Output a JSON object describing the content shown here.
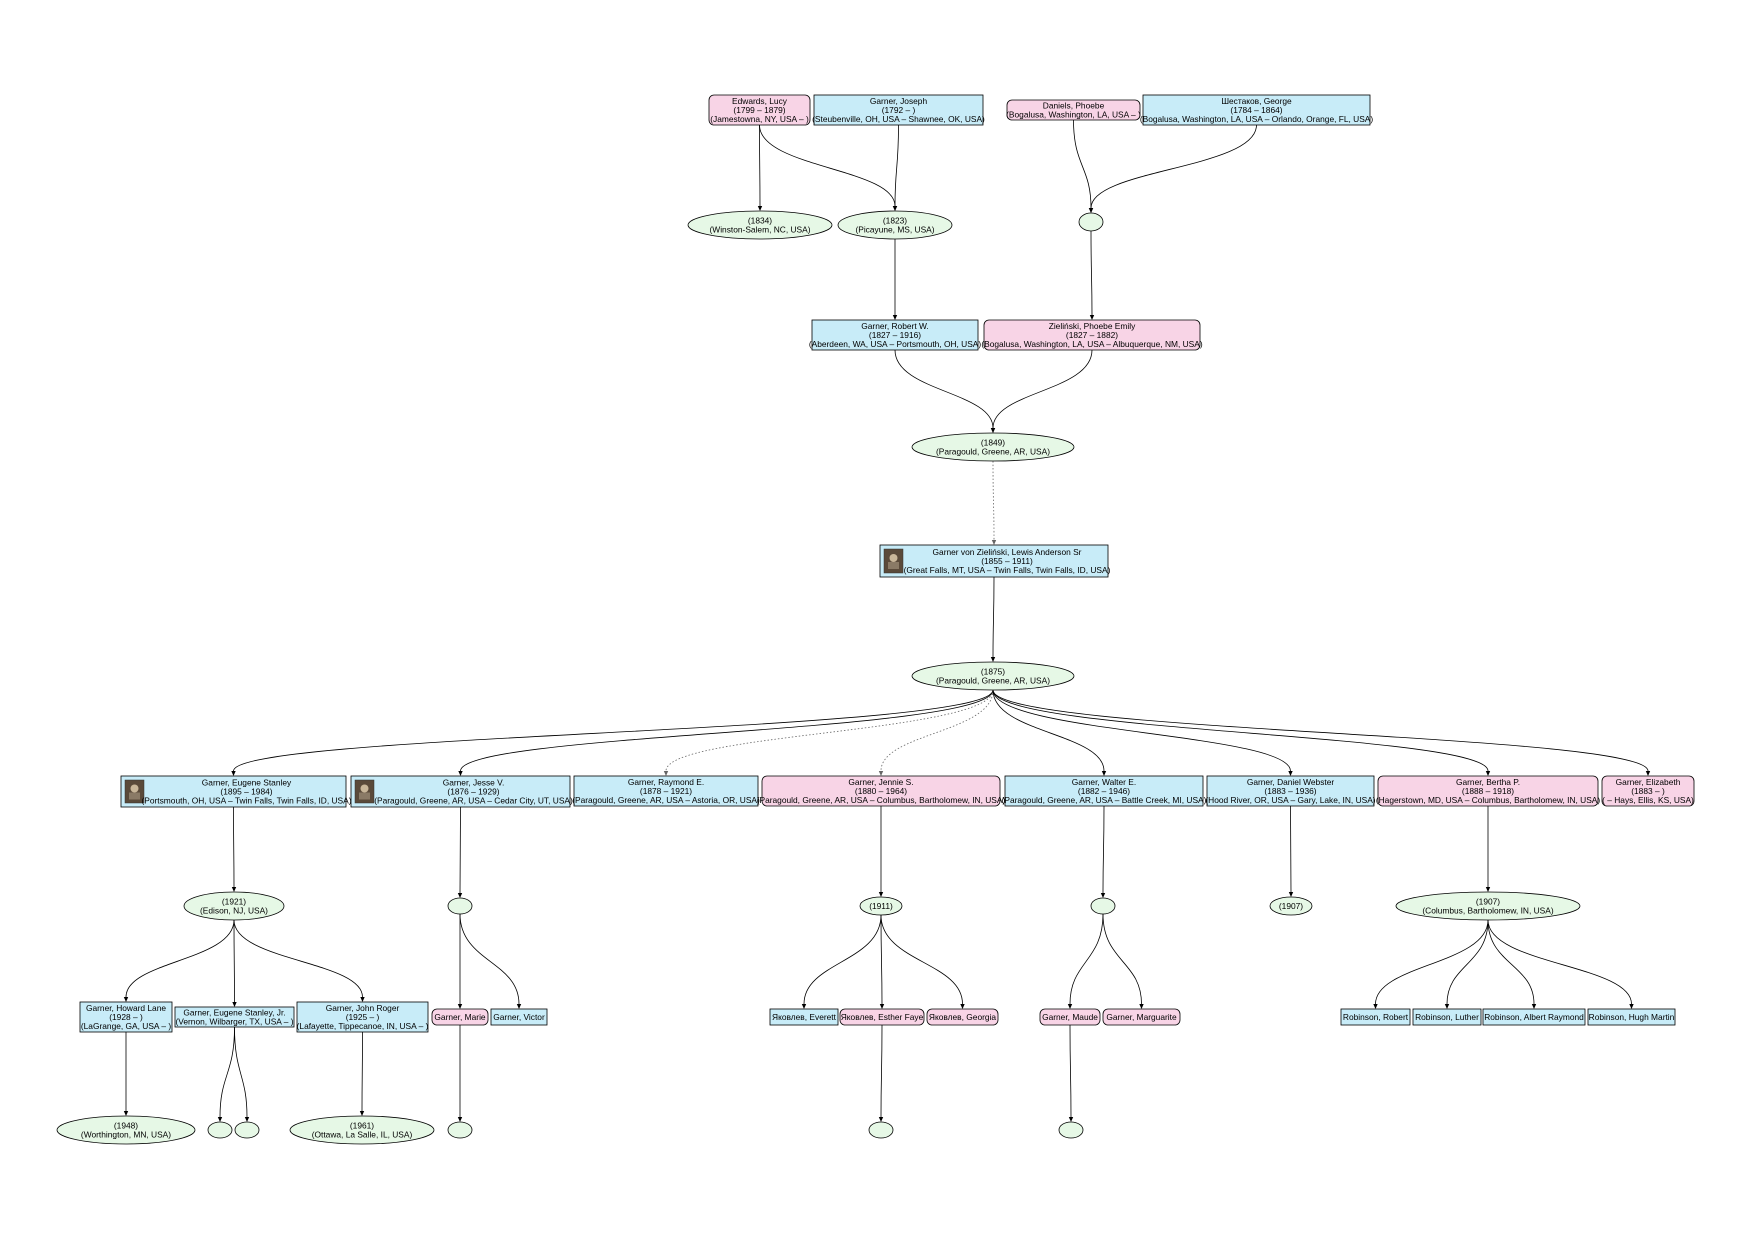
{
  "colors": {
    "male": "#c8ecf8",
    "female": "#f8d4e6",
    "family": "#e6f8e6",
    "border": "#000000"
  },
  "people": [
    {
      "id": "lucy",
      "sex": "F",
      "lines": [
        "Edwards, Lucy",
        "(1799 – 1879)",
        "(Jamestowna, NY, USA – )"
      ]
    },
    {
      "id": "joseph",
      "sex": "M",
      "lines": [
        "Garner, Joseph",
        "(1792 – )",
        "(Steubenville, OH, USA – Shawnee, OK, USA)"
      ]
    },
    {
      "id": "phoebe_d",
      "sex": "F",
      "lines": [
        "Daniels, Phoebe",
        "(Bogalusa, Washington, LA, USA – )"
      ]
    },
    {
      "id": "george",
      "sex": "M",
      "lines": [
        "Шестаков, George",
        "(1784 – 1864)",
        "(Bogalusa, Washington, LA, USA – Orlando, Orange, FL, USA)"
      ]
    },
    {
      "id": "robert_w",
      "sex": "M",
      "lines": [
        "Garner, Robert W.",
        "(1827 – 1916)",
        "(Aberdeen, WA, USA – Portsmouth, OH, USA)"
      ]
    },
    {
      "id": "phoebe_z",
      "sex": "F",
      "lines": [
        "Zieliński, Phoebe Emily",
        "(1827 – 1882)",
        "(Bogalusa, Washington, LA, USA – Albuquerque, NM, USA)"
      ]
    },
    {
      "id": "lewis",
      "sex": "M",
      "photo": true,
      "lines": [
        "Garner von Zieliński, Lewis Anderson Sr",
        "(1855 – 1911)",
        "(Great Falls, MT, USA – Twin Falls, Twin Falls, ID, USA)"
      ]
    },
    {
      "id": "eugene",
      "sex": "M",
      "photo": true,
      "lines": [
        "Garner, Eugene Stanley",
        "(1895 – 1984)",
        "(Portsmouth, OH, USA – Twin Falls, Twin Falls, ID, USA)"
      ]
    },
    {
      "id": "jesse",
      "sex": "M",
      "photo": true,
      "lines": [
        "Garner, Jesse V.",
        "(1876 – 1929)",
        "(Paragould, Greene, AR, USA – Cedar City, UT, USA)"
      ]
    },
    {
      "id": "raymond",
      "sex": "M",
      "lines": [
        "Garner, Raymond E.",
        "(1878 – 1921)",
        "(Paragould, Greene, AR, USA – Astoria, OR, USA)"
      ]
    },
    {
      "id": "jennie",
      "sex": "F",
      "lines": [
        "Garner, Jennie S.",
        "(1880 – 1964)",
        "(Paragould, Greene, AR, USA – Columbus, Bartholomew, IN, USA)"
      ]
    },
    {
      "id": "walter",
      "sex": "M",
      "lines": [
        "Garner, Walter E.",
        "(1882 – 1946)",
        "(Paragould, Greene, AR, USA – Battle Creek, MI, USA)"
      ]
    },
    {
      "id": "daniel",
      "sex": "M",
      "lines": [
        "Garner, Daniel Webster",
        "(1883 – 1936)",
        "(Hood River, OR, USA – Gary, Lake, IN, USA)"
      ]
    },
    {
      "id": "bertha",
      "sex": "F",
      "lines": [
        "Garner, Bertha P.",
        "(1888 – 1918)",
        "(Hagerstown, MD, USA – Columbus, Bartholomew, IN, USA)"
      ]
    },
    {
      "id": "elizabeth",
      "sex": "F",
      "lines": [
        "Garner, Elizabeth",
        "(1883 – )",
        "( – Hays, Ellis, KS, USA)"
      ]
    },
    {
      "id": "howard",
      "sex": "M",
      "lines": [
        "Garner, Howard Lane",
        "(1928 – )",
        "(LaGrange, GA, USA – )"
      ]
    },
    {
      "id": "eugene_jr",
      "sex": "M",
      "lines": [
        "Garner, Eugene Stanley, Jr.",
        "(Vernon, Wilbarger, TX, USA – )"
      ]
    },
    {
      "id": "john",
      "sex": "M",
      "lines": [
        "Garner, John Roger",
        "(1925 – )",
        "(Lafayette, Tippecanoe, IN, USA – )"
      ]
    },
    {
      "id": "marie",
      "sex": "F",
      "lines": [
        "Garner, Marie"
      ]
    },
    {
      "id": "victor",
      "sex": "M",
      "lines": [
        "Garner, Victor"
      ]
    },
    {
      "id": "everett",
      "sex": "M",
      "lines": [
        "Яковлев, Everett"
      ]
    },
    {
      "id": "esther",
      "sex": "F",
      "lines": [
        "Яковлев, Esther Faye"
      ]
    },
    {
      "id": "georgia",
      "sex": "F",
      "lines": [
        "Яковлев, Georgia"
      ]
    },
    {
      "id": "maude",
      "sex": "F",
      "lines": [
        "Garner, Maude"
      ]
    },
    {
      "id": "marguarite",
      "sex": "F",
      "lines": [
        "Garner, Marguarite"
      ]
    },
    {
      "id": "rob_robert",
      "sex": "M",
      "lines": [
        "Robinson, Robert"
      ]
    },
    {
      "id": "rob_luther",
      "sex": "M",
      "lines": [
        "Robinson, Luther"
      ]
    },
    {
      "id": "rob_albert",
      "sex": "M",
      "lines": [
        "Robinson, Albert Raymond"
      ]
    },
    {
      "id": "rob_hugh",
      "sex": "M",
      "lines": [
        "Robinson, Hugh Martin"
      ]
    }
  ],
  "families": [
    {
      "id": "f1834",
      "lines": [
        "(1834)",
        "(Winston-Salem, NC, USA)"
      ]
    },
    {
      "id": "f1823",
      "lines": [
        "(1823)",
        "(Picayune, MS, USA)"
      ]
    },
    {
      "id": "fdg",
      "lines": []
    },
    {
      "id": "f1849",
      "lines": [
        "(1849)",
        "(Paragould, Greene, AR, USA)"
      ]
    },
    {
      "id": "f1875",
      "lines": [
        "(1875)",
        "(Paragould, Greene, AR, USA)"
      ]
    },
    {
      "id": "f1921",
      "lines": [
        "(1921)",
        "(Edison, NJ, USA)"
      ]
    },
    {
      "id": "fjesse",
      "lines": []
    },
    {
      "id": "f1911",
      "lines": [
        "(1911)"
      ]
    },
    {
      "id": "fwalter",
      "lines": []
    },
    {
      "id": "f1907a",
      "lines": [
        "(1907)"
      ]
    },
    {
      "id": "f1907b",
      "lines": [
        "(1907)",
        "(Columbus, Bartholomew, IN, USA)"
      ]
    },
    {
      "id": "f1948",
      "lines": [
        "(1948)",
        "(Worthington, MN, USA)"
      ]
    },
    {
      "id": "fej1",
      "lines": []
    },
    {
      "id": "fej2",
      "lines": []
    },
    {
      "id": "f1961",
      "lines": [
        "(1961)",
        "(Ottawa, La Salle, IL, USA)"
      ]
    },
    {
      "id": "fmarie",
      "lines": []
    },
    {
      "id": "festher",
      "lines": []
    },
    {
      "id": "fmaude",
      "lines": []
    }
  ],
  "edges": [
    {
      "from": "lucy",
      "to": "f1834"
    },
    {
      "from": "lucy",
      "to": "f1823"
    },
    {
      "from": "joseph",
      "to": "f1823"
    },
    {
      "from": "phoebe_d",
      "to": "fdg"
    },
    {
      "from": "george",
      "to": "fdg"
    },
    {
      "from": "f1823",
      "to": "robert_w"
    },
    {
      "from": "fdg",
      "to": "phoebe_z"
    },
    {
      "from": "robert_w",
      "to": "f1849"
    },
    {
      "from": "phoebe_z",
      "to": "f1849"
    },
    {
      "from": "f1849",
      "to": "lewis",
      "style": "dotted"
    },
    {
      "from": "lewis",
      "to": "f1875"
    },
    {
      "from": "f1875",
      "to": "eugene"
    },
    {
      "from": "f1875",
      "to": "jesse"
    },
    {
      "from": "f1875",
      "to": "raymond",
      "style": "dotted"
    },
    {
      "from": "f1875",
      "to": "jennie",
      "style": "dotted"
    },
    {
      "from": "f1875",
      "to": "walter"
    },
    {
      "from": "f1875",
      "to": "daniel"
    },
    {
      "from": "f1875",
      "to": "bertha"
    },
    {
      "from": "f1875",
      "to": "elizabeth"
    },
    {
      "from": "eugene",
      "to": "f1921"
    },
    {
      "from": "jesse",
      "to": "fjesse"
    },
    {
      "from": "jennie",
      "to": "f1911"
    },
    {
      "from": "walter",
      "to": "fwalter"
    },
    {
      "from": "daniel",
      "to": "f1907a"
    },
    {
      "from": "bertha",
      "to": "f1907b"
    },
    {
      "from": "f1921",
      "to": "howard"
    },
    {
      "from": "f1921",
      "to": "eugene_jr"
    },
    {
      "from": "f1921",
      "to": "john"
    },
    {
      "from": "fjesse",
      "to": "marie"
    },
    {
      "from": "fjesse",
      "to": "victor"
    },
    {
      "from": "f1911",
      "to": "everett"
    },
    {
      "from": "f1911",
      "to": "esther"
    },
    {
      "from": "f1911",
      "to": "georgia"
    },
    {
      "from": "fwalter",
      "to": "maude"
    },
    {
      "from": "fwalter",
      "to": "marguarite"
    },
    {
      "from": "f1907b",
      "to": "rob_robert"
    },
    {
      "from": "f1907b",
      "to": "rob_luther"
    },
    {
      "from": "f1907b",
      "to": "rob_albert"
    },
    {
      "from": "f1907b",
      "to": "rob_hugh"
    },
    {
      "from": "howard",
      "to": "f1948"
    },
    {
      "from": "eugene_jr",
      "to": "fej1"
    },
    {
      "from": "eugene_jr",
      "to": "fej2"
    },
    {
      "from": "john",
      "to": "f1961"
    },
    {
      "from": "marie",
      "to": "fmarie"
    },
    {
      "from": "esther",
      "to": "festher"
    },
    {
      "from": "maude",
      "to": "fmaude"
    }
  ]
}
